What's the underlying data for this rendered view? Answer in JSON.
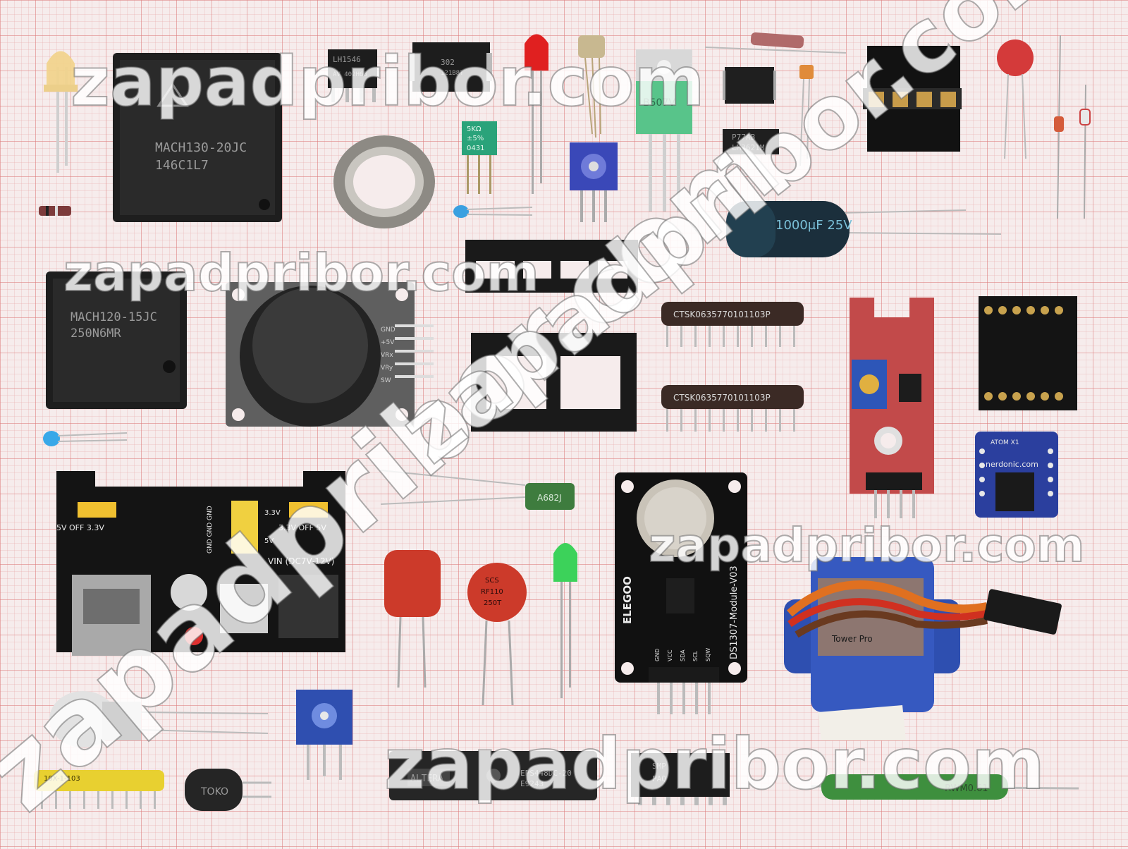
{
  "watermarks": [
    "zapadpribor.com",
    "zapadpribor.com",
    "zapadpribor.com",
    "zapadpribor.com",
    "zapadpribor.com",
    "zapadpribor.com"
  ],
  "components": {
    "plcc_large": {
      "line1": "MACH130-20JC",
      "line2": "146C1L7"
    },
    "plcc_small": {
      "line1": "MACH120-15JC",
      "line2": "250N6MR"
    },
    "dip_lh1546": {
      "line1": "LH1546",
      "line2": "AV 402H68"
    },
    "dip_302": {
      "line1": "302",
      "line2": "121B8T"
    },
    "trimmer_green": {
      "line1": "5KΩ",
      "line2": "±5%",
      "line3": "0431"
    },
    "to220": {
      "label": "B507V"
    },
    "soic_small": {
      "line1": "P77AB",
      "line2": "LM3621M"
    },
    "electrolytic": {
      "label": "1000µF 25V"
    },
    "resistor_network_1": {
      "label": "CTSK0635770101103P"
    },
    "resistor_network_2": {
      "label": "CTSK0635770101103P"
    },
    "film_cap": {
      "label": "A682J"
    },
    "varistor": {
      "line1": "SCS",
      "line2": "RF110",
      "line3": "250T"
    },
    "rtc_module": {
      "brand": "ELEGOO",
      "model": "DS1307-Module-V03",
      "pins": [
        "GND",
        "VCC",
        "SDA",
        "SCL",
        "SQW"
      ]
    },
    "atom_board": {
      "line1": "ATOM X1",
      "line2": "nerdonic.com"
    },
    "power_module": {
      "vin": "VIN (DC7V-12V)",
      "out_left": "5V OFF 3.3V",
      "out_right": "3.3V OFF 5V",
      "rail_a": "3.3V",
      "rail_b": "5V",
      "gnd": "GND GND GND"
    },
    "joystick": {
      "pins": [
        "GND",
        "+5V",
        "VRx",
        "VRy",
        "SW"
      ]
    },
    "eprom": {
      "brand": "ALTERA",
      "line1": "EPS448DC-20",
      "line2": "E9243"
    },
    "soic_bottom": {
      "line1": "SMP",
      "line2": "PAQ"
    },
    "sip_yellow": {
      "label": "10X-1-103"
    },
    "inductor": {
      "label": "TOKO"
    },
    "green_resistor": {
      "label": "RWM0.61"
    },
    "servo": {
      "label": "Tower Pro"
    }
  },
  "colors": {
    "pcb_black": "#141414",
    "pcb_red": "#c24a4a",
    "pcb_blue": "#2b3f9e",
    "grid_line": "#dc7878",
    "background": "#f6ecec"
  }
}
